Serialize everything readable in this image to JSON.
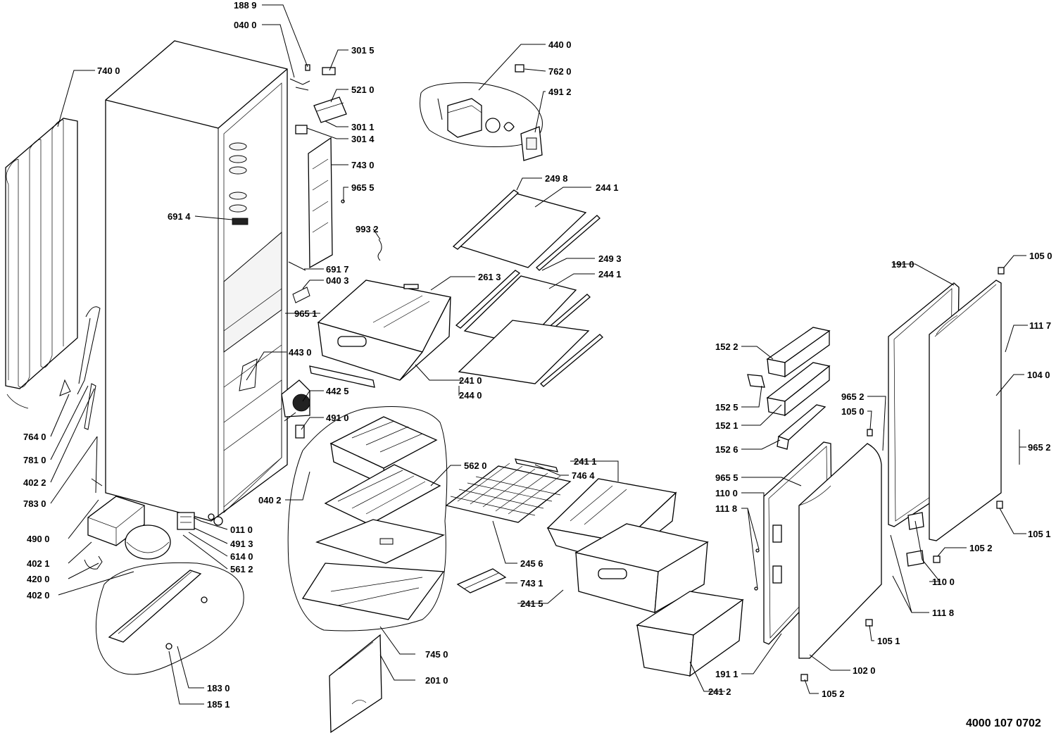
{
  "document_number": "4000 107 0702",
  "callouts": [
    {
      "id": "c1",
      "label": "188 9"
    },
    {
      "id": "c2",
      "label": "040 0"
    },
    {
      "id": "c3",
      "label": "301 5"
    },
    {
      "id": "c4",
      "label": "740 0"
    },
    {
      "id": "c5",
      "label": "521 0"
    },
    {
      "id": "c6",
      "label": "301 1"
    },
    {
      "id": "c7",
      "label": "301 4"
    },
    {
      "id": "c8",
      "label": "743 0"
    },
    {
      "id": "c9",
      "label": "965 5"
    },
    {
      "id": "c10",
      "label": "691 4"
    },
    {
      "id": "c11",
      "label": "993 2"
    },
    {
      "id": "c12",
      "label": "691 7"
    },
    {
      "id": "c13",
      "label": "040 3"
    },
    {
      "id": "c14",
      "label": "965 1"
    },
    {
      "id": "c15",
      "label": "443 0"
    },
    {
      "id": "c16",
      "label": "442 5"
    },
    {
      "id": "c17",
      "label": "491 0"
    },
    {
      "id": "c18",
      "label": "040 2"
    },
    {
      "id": "c19",
      "label": "764 0"
    },
    {
      "id": "c20",
      "label": "781 0"
    },
    {
      "id": "c21",
      "label": "402 2"
    },
    {
      "id": "c22",
      "label": "783 0"
    },
    {
      "id": "c23",
      "label": "490 0"
    },
    {
      "id": "c24",
      "label": "402 1"
    },
    {
      "id": "c25",
      "label": "420 0"
    },
    {
      "id": "c26",
      "label": "402 0"
    },
    {
      "id": "c27",
      "label": "011 0"
    },
    {
      "id": "c28",
      "label": "491 3"
    },
    {
      "id": "c29",
      "label": "614 0"
    },
    {
      "id": "c30",
      "label": "561 2"
    },
    {
      "id": "c31",
      "label": "183 0"
    },
    {
      "id": "c32",
      "label": "185 1"
    },
    {
      "id": "c33",
      "label": "440 0"
    },
    {
      "id": "c34",
      "label": "762 0"
    },
    {
      "id": "c35",
      "label": "491 2"
    },
    {
      "id": "c36",
      "label": "249 8"
    },
    {
      "id": "c37",
      "label": "244 1"
    },
    {
      "id": "c38",
      "label": "249 3"
    },
    {
      "id": "c39",
      "label": "261 3"
    },
    {
      "id": "c40",
      "label": "244 1"
    },
    {
      "id": "c41",
      "label": "241 0"
    },
    {
      "id": "c42",
      "label": "244 0"
    },
    {
      "id": "c43",
      "label": "562 0"
    },
    {
      "id": "c44",
      "label": "241 1"
    },
    {
      "id": "c45",
      "label": "746 4"
    },
    {
      "id": "c46",
      "label": "245 6"
    },
    {
      "id": "c47",
      "label": "743 1"
    },
    {
      "id": "c48",
      "label": "241 5"
    },
    {
      "id": "c49",
      "label": "745 0"
    },
    {
      "id": "c50",
      "label": "201 0"
    },
    {
      "id": "c51",
      "label": "241 2"
    },
    {
      "id": "c52",
      "label": "152 2"
    },
    {
      "id": "c53",
      "label": "152 5"
    },
    {
      "id": "c54",
      "label": "152 1"
    },
    {
      "id": "c55",
      "label": "152 6"
    },
    {
      "id": "c56",
      "label": "965 2"
    },
    {
      "id": "c57",
      "label": "105 0"
    },
    {
      "id": "c58",
      "label": "965 5"
    },
    {
      "id": "c59",
      "label": "110 0"
    },
    {
      "id": "c60",
      "label": "111 8"
    },
    {
      "id": "c61",
      "label": "191 1"
    },
    {
      "id": "c62",
      "label": "102 0"
    },
    {
      "id": "c63",
      "label": "105 2"
    },
    {
      "id": "c64",
      "label": "105 1"
    },
    {
      "id": "c65",
      "label": "191 0"
    },
    {
      "id": "c66",
      "label": "105 0"
    },
    {
      "id": "c67",
      "label": "111 7"
    },
    {
      "id": "c68",
      "label": "104 0"
    },
    {
      "id": "c69",
      "label": "965 2"
    },
    {
      "id": "c70",
      "label": "105 1"
    },
    {
      "id": "c71",
      "label": "105 2"
    },
    {
      "id": "c72",
      "label": "110 0"
    },
    {
      "id": "c73",
      "label": "111 8"
    }
  ]
}
